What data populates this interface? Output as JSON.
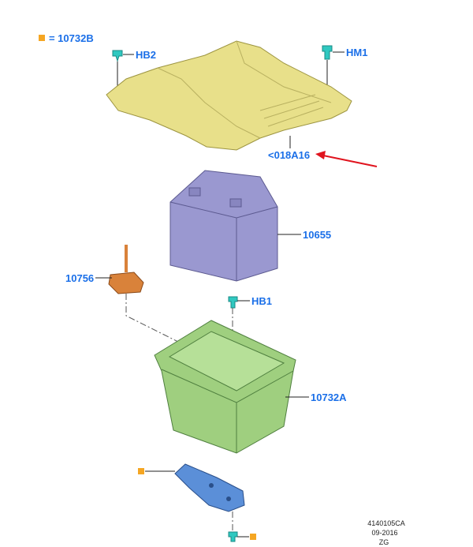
{
  "legend": {
    "text": "= 10732B",
    "marker_color": "#f5a623"
  },
  "labels": {
    "hb2": "HB2",
    "hm1": "HM1",
    "cover": "<018A16",
    "battery": "10655",
    "sensor": "10756",
    "hb1": "HB1",
    "tray": "10732A"
  },
  "footer": {
    "code": "4140105CA",
    "date": "09-2016",
    "initials": "ZG"
  },
  "colors": {
    "label": "#1a6fe8",
    "arrow": "#e0141e",
    "cover": "#e8e08a",
    "battery": "#9a98d0",
    "tray": "#9fcf7f",
    "bracket": "#5b8fd8",
    "fastener": "#2fc8c0",
    "sensor": "#d9823a"
  }
}
